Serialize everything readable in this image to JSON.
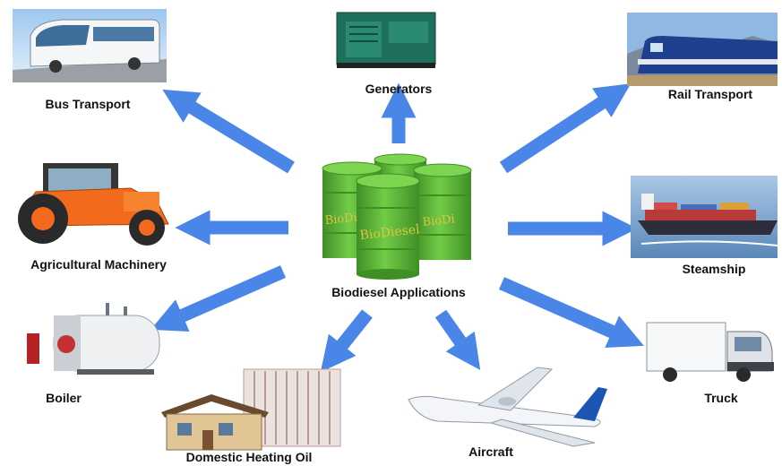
{
  "diagram": {
    "center": {
      "label": "Biodiesel Applications",
      "barrel_text": "BioDiesel",
      "barrel_text_left": "BioDi",
      "barrel_text_right": "BioDi"
    },
    "applications": [
      {
        "id": "bus",
        "label": "Bus Transport",
        "icon": "bus-icon"
      },
      {
        "id": "generators",
        "label": "Generators",
        "icon": "generator-icon"
      },
      {
        "id": "rail",
        "label": "Rail Transport",
        "icon": "train-icon"
      },
      {
        "id": "agri",
        "label": "Agricultural Machinery",
        "icon": "tractor-icon"
      },
      {
        "id": "steamship",
        "label": "Steamship",
        "icon": "ship-icon"
      },
      {
        "id": "boiler",
        "label": "Boiler",
        "icon": "boiler-icon"
      },
      {
        "id": "heating",
        "label": "Domestic Heating Oil",
        "icon": "house-radiator-icon"
      },
      {
        "id": "aircraft",
        "label": "Aircraft",
        "icon": "airplane-icon"
      },
      {
        "id": "truck",
        "label": "Truck",
        "icon": "truck-icon"
      }
    ],
    "colors": {
      "arrow": "#4a86e8",
      "barrel": "#5cb83a",
      "barrel_dark": "#3f8f25",
      "barrel_text": "#d9c640"
    }
  }
}
